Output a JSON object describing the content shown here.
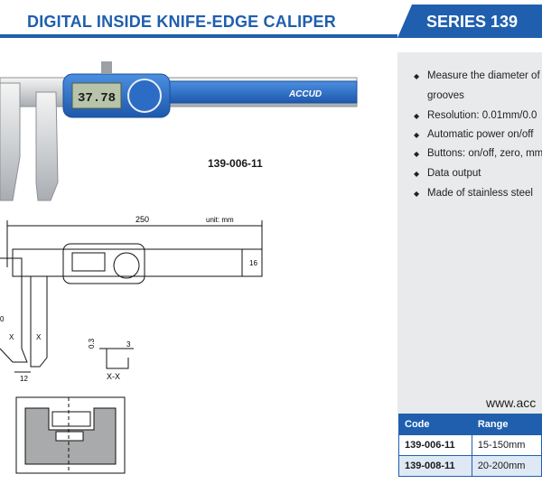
{
  "header": {
    "title": "DIGITAL INSIDE KNIFE-EDGE CALIPER",
    "series": "SERIES 139",
    "accent_color": "#1f5fae"
  },
  "product": {
    "brand_logo": "ACCUD",
    "display_reading": "37.78",
    "model_caption": "139-006-11"
  },
  "features": [
    "Measure the diameter of",
    "grooves",
    "Resolution: 0.01mm/0.0",
    "Automatic power on/off",
    "Buttons: on/off, zero, mm",
    "Data output",
    "Made of stainless steel"
  ],
  "drawing": {
    "length": "250",
    "unit": "unit: mm",
    "height": "16",
    "jaw_depth_partial": "0",
    "section_mark_left": "X",
    "section_mark_right": "X",
    "jaw_width": "12",
    "edge_thickness": "0.3",
    "edge_height": "3",
    "section_label": "X-X"
  },
  "website": "www.acc",
  "table": {
    "headers": [
      "Code",
      "Range"
    ],
    "rows": [
      {
        "code": "139-006-11",
        "range": "15-150mm"
      },
      {
        "code": "139-008-11",
        "range": "20-200mm"
      }
    ]
  }
}
